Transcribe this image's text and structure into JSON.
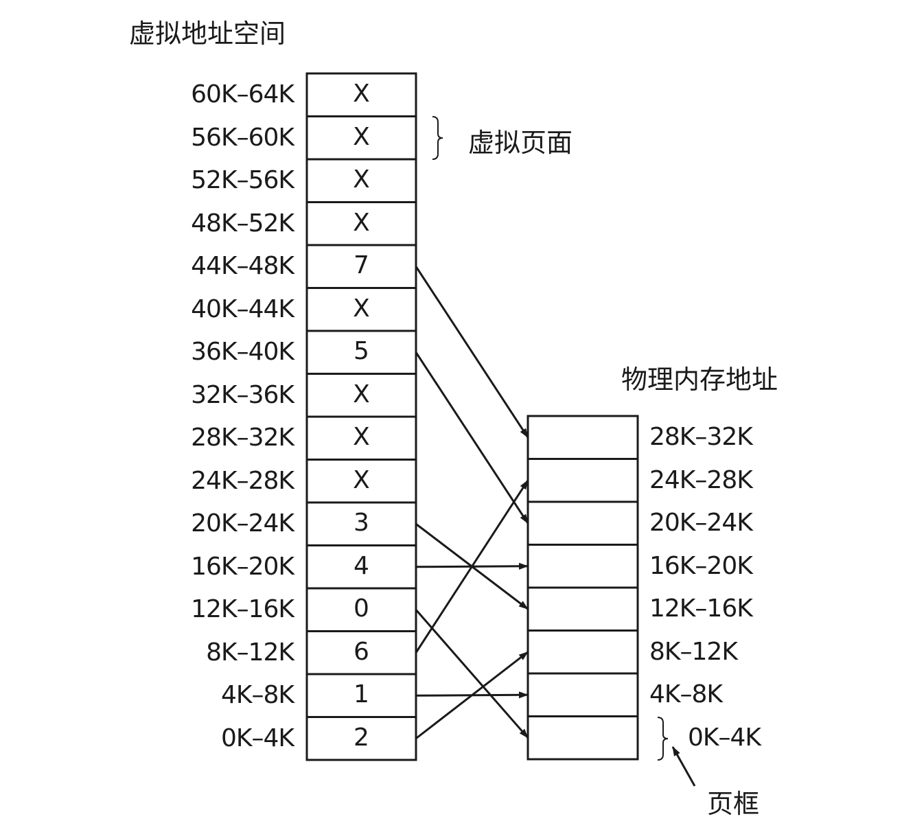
{
  "virtual_space": {
    "title": "虚拟地址空间",
    "pages_label": "虚拟页面",
    "rows": [
      {
        "range": "60K–64K",
        "frame": "X"
      },
      {
        "range": "56K–60K",
        "frame": "X"
      },
      {
        "range": "52K–56K",
        "frame": "X"
      },
      {
        "range": "48K–52K",
        "frame": "X"
      },
      {
        "range": "44K–48K",
        "frame": "7"
      },
      {
        "range": "40K–44K",
        "frame": "X"
      },
      {
        "range": "36K–40K",
        "frame": "5"
      },
      {
        "range": "32K–36K",
        "frame": "X"
      },
      {
        "range": "28K–32K",
        "frame": "X"
      },
      {
        "range": "24K–28K",
        "frame": "X"
      },
      {
        "range": "20K–24K",
        "frame": "3"
      },
      {
        "range": "16K–20K",
        "frame": "4"
      },
      {
        "range": "12K–16K",
        "frame": "0"
      },
      {
        "range": "8K–12K",
        "frame": "6"
      },
      {
        "range": "4K–8K",
        "frame": "1"
      },
      {
        "range": "0K–4K",
        "frame": "2"
      }
    ]
  },
  "physical_memory": {
    "title": "物理内存地址",
    "frame_label": "页框",
    "rows": [
      "28K–32K",
      "24K–28K",
      "20K–24K",
      "16K–20K",
      "12K–16K",
      "8K–12K",
      "4K–8K",
      "0K–4K"
    ]
  },
  "colors": {
    "line": "#1a1a1a",
    "text": "#1a1a1a",
    "background": "#ffffff"
  }
}
